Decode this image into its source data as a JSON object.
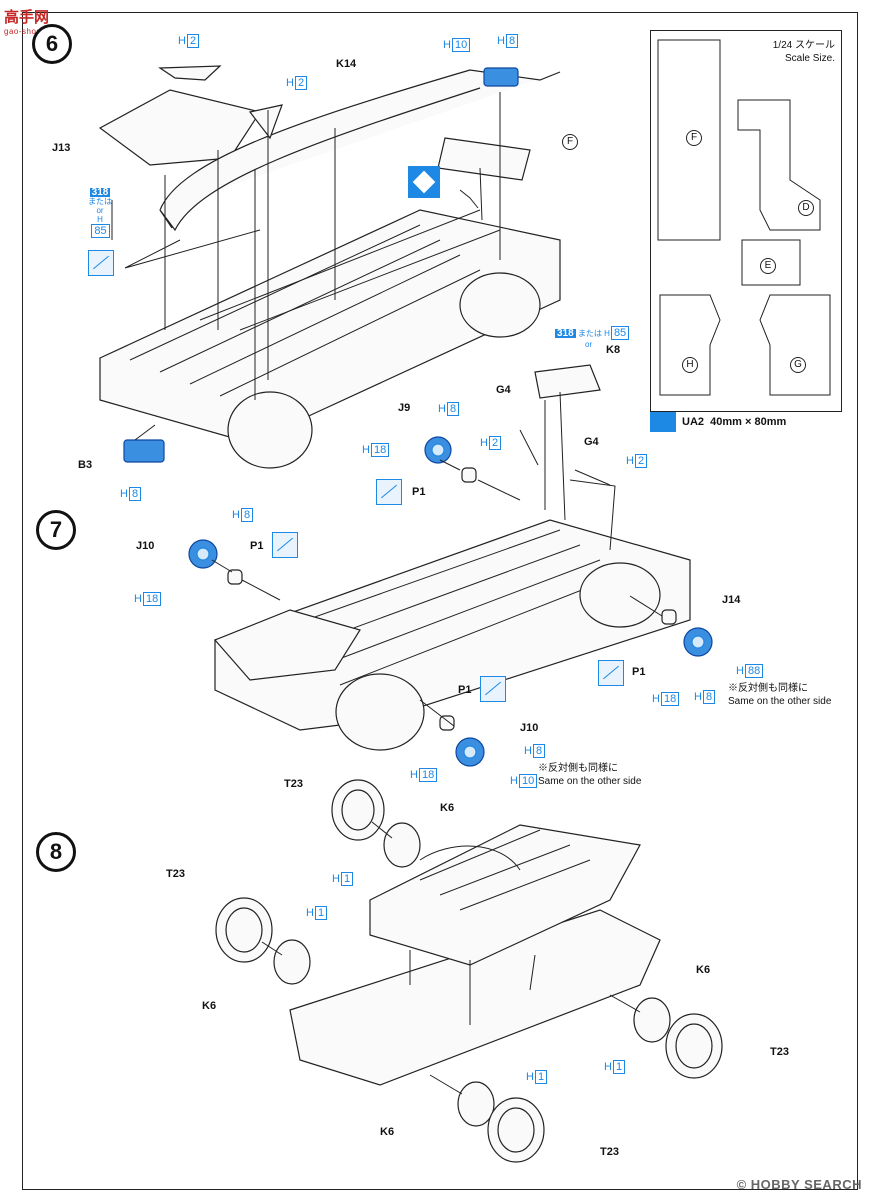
{
  "watermark": {
    "brand": "高手网",
    "url": "gao-shou.com"
  },
  "steps": [
    {
      "number": "6"
    },
    {
      "number": "7"
    },
    {
      "number": "8"
    }
  ],
  "step6": {
    "parts": {
      "h2_a": "H",
      "h2_a_num": "2",
      "h2_b": "H",
      "h2_b_num": "2",
      "h10": "H",
      "h10_num": "10",
      "h8": "H",
      "h8_num": "8",
      "k14": "K14",
      "j13": "J13",
      "f": "F",
      "b3": "B3",
      "h8_b": "H",
      "h8_b_num": "8"
    },
    "paint": {
      "tag": "318",
      "or_jp": "または",
      "or_en": "or",
      "alt": "H",
      "alt_num": "85"
    }
  },
  "decal_sheet": {
    "scale_jp": "1/24 スケール",
    "scale_en": "Scale Size.",
    "labels": [
      "F",
      "D",
      "E",
      "H",
      "G"
    ],
    "ua": "UA2",
    "size": "40mm × 80mm"
  },
  "step7": {
    "paint": {
      "tag": "318",
      "or_jp": "または",
      "or_en": "or",
      "alt": "H",
      "alt_num": "85"
    },
    "k8": "K8",
    "g4_a": "G4",
    "g4_b": "G4",
    "h2_a": "H",
    "h2_a_num": "2",
    "h2_b": "H",
    "h2_b_num": "2",
    "j9": "J9",
    "j9_h8": "H",
    "j9_h8_num": "8",
    "j9_h18": "H",
    "j9_h18_num": "18",
    "p1_a": "P1",
    "j10_a": "J10",
    "j10_a_h8": "H",
    "j10_a_h8_num": "8",
    "j10_a_h18": "H",
    "j10_a_h18_num": "18",
    "p1_b": "P1",
    "j14": "J14",
    "j14_h88": "H",
    "j14_h88_num": "88",
    "j14_h18": "H",
    "j14_h18_num": "18",
    "j14_h8": "H",
    "j14_h8_num": "8",
    "p1_c": "P1",
    "note1_jp": "※反対側も同様に",
    "note1_en": "Same on the other side",
    "p1_d": "P1",
    "j10_b": "J10",
    "j10_b_h8": "H",
    "j10_b_h8_num": "8",
    "j10_b_h18": "H",
    "j10_b_h18_num": "18",
    "j10_b_h10": "H",
    "j10_b_h10_num": "10",
    "note2_jp": "※反対側も同様に",
    "note2_en": "Same on the other side"
  },
  "step8": {
    "t23_a": "T23",
    "k6_a": "K6",
    "h1_a": "H",
    "h1_a_num": "1",
    "t23_b": "T23",
    "h1_b": "H",
    "h1_b_num": "1",
    "k6_b": "K6",
    "k6_c": "K6",
    "h1_c": "H",
    "h1_c_num": "1",
    "t23_c": "T23",
    "h1_d": "H",
    "h1_d_num": "1",
    "k6_d": "K6",
    "t23_d": "T23"
  },
  "footer": "© HOBBY SEARCH"
}
